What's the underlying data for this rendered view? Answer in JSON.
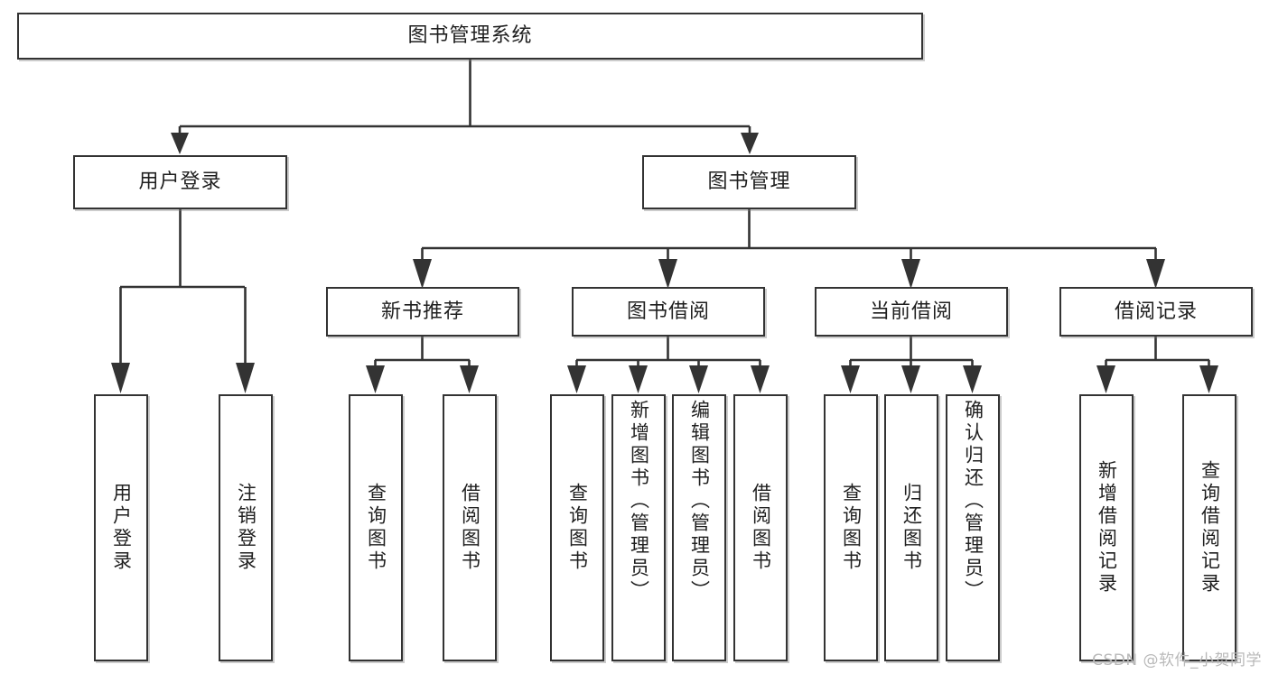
{
  "diagram": {
    "type": "tree",
    "title": "图书管理系统",
    "orientation": "top-down",
    "edge_style": "orthogonal-arrow",
    "colors": {
      "stroke": "#333333",
      "box_fill": "#ffffff",
      "text": "#1f1f1f",
      "watermark": "#b9b9b9",
      "background": "#ffffff"
    },
    "root": {
      "id": "root",
      "label": "图书管理系统"
    },
    "level2": [
      {
        "id": "user-login",
        "label": "用户登录"
      },
      {
        "id": "book-manage",
        "label": "图书管理"
      }
    ],
    "level3": [
      {
        "id": "new-book-rec",
        "label": "新书推荐",
        "parent": "book-manage"
      },
      {
        "id": "book-borrow",
        "label": "图书借阅",
        "parent": "book-manage"
      },
      {
        "id": "current-borrow",
        "label": "当前借阅",
        "parent": "book-manage"
      },
      {
        "id": "borrow-record",
        "label": "借阅记录",
        "parent": "book-manage"
      }
    ],
    "leaves": [
      {
        "id": "leaf-user-login",
        "label": "用户登录",
        "parent": "user-login"
      },
      {
        "id": "leaf-logout",
        "label": "注销登录",
        "parent": "user-login"
      },
      {
        "id": "leaf-rec-query-book",
        "label": "查询图书",
        "parent": "new-book-rec"
      },
      {
        "id": "leaf-rec-borrow-book",
        "label": "借阅图书",
        "parent": "new-book-rec"
      },
      {
        "id": "leaf-borrow-query-book",
        "label": "查询图书",
        "parent": "book-borrow"
      },
      {
        "id": "leaf-borrow-add-book",
        "label": "新增图书（管理员）",
        "parent": "book-borrow"
      },
      {
        "id": "leaf-borrow-edit-book",
        "label": "编辑图书（管理员）",
        "parent": "book-borrow"
      },
      {
        "id": "leaf-borrow-borrow-book",
        "label": "借阅图书",
        "parent": "book-borrow"
      },
      {
        "id": "leaf-current-query-book",
        "label": "查询图书",
        "parent": "current-borrow"
      },
      {
        "id": "leaf-current-return-book",
        "label": "归还图书",
        "parent": "current-borrow"
      },
      {
        "id": "leaf-current-confirm-return",
        "label": "确认归还（管理员）",
        "parent": "current-borrow"
      },
      {
        "id": "leaf-record-add",
        "label": "新增借阅记录",
        "parent": "borrow-record"
      },
      {
        "id": "leaf-record-query",
        "label": "查询借阅记录",
        "parent": "borrow-record"
      }
    ]
  },
  "watermark": {
    "text": "CSDN @软件_小贺同学"
  }
}
